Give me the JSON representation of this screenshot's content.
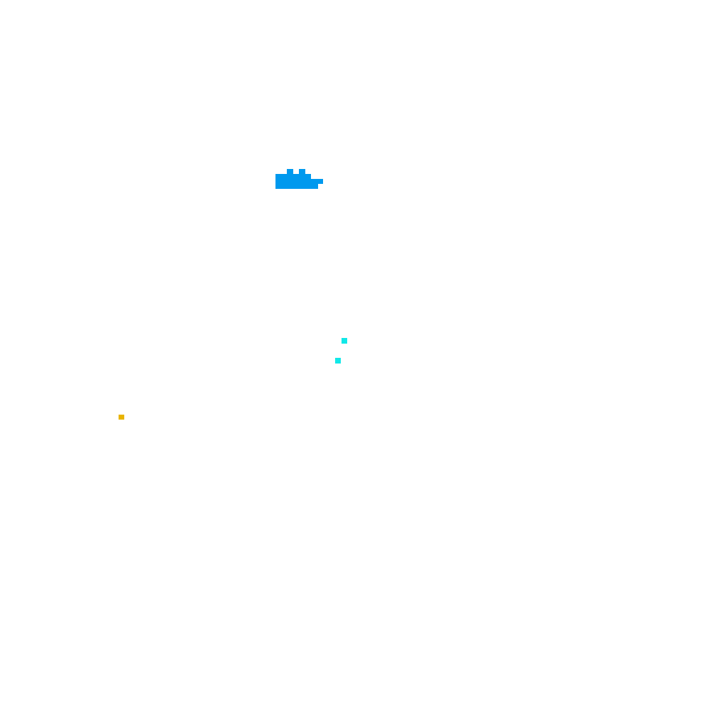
{
  "game": {
    "background_color": "#ffffff",
    "sprites": [
      {
        "name": "player-ship",
        "color": "#0099ee"
      },
      {
        "name": "enemy-dot",
        "color": "#11e8e8"
      },
      {
        "name": "enemy-dot",
        "color": "#11e8e8"
      },
      {
        "name": "pickup-dot",
        "color": "#e8b400"
      }
    ]
  }
}
